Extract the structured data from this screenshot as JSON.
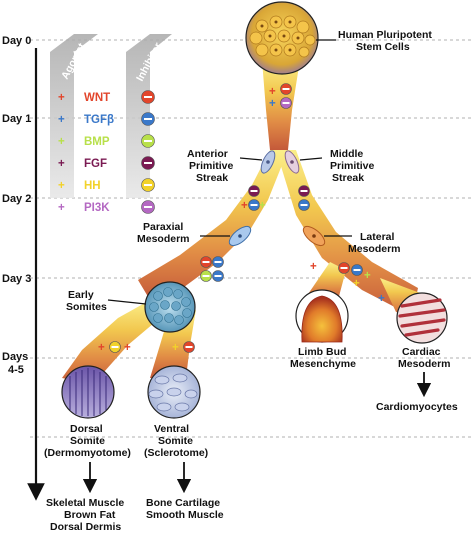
{
  "days": [
    "Day 0",
    "Day 1",
    "Day 2",
    "Day 3",
    "Days",
    "4-5"
  ],
  "legend": {
    "agonist_header": "Agonist",
    "inhibitor_header": "Inhibitor",
    "rows": [
      {
        "name": "WNT",
        "color": "#e2452b"
      },
      {
        "name": "TGFβ",
        "color": "#3a78c9"
      },
      {
        "name": "BMP",
        "color": "#b8e04a"
      },
      {
        "name": "FGF",
        "color": "#7a1a52"
      },
      {
        "name": "HH",
        "color": "#f2d22a"
      },
      {
        "name": "PI3K",
        "color": "#b468c2"
      }
    ]
  },
  "labels": {
    "hpsc": [
      "Human Pluripotent",
      "Stem Cells"
    ],
    "anterior_ps": [
      "Anterior",
      "Primitive",
      "Streak"
    ],
    "middle_ps": [
      "Middle",
      "Primitive",
      "Streak"
    ],
    "paraxial": [
      "Paraxial",
      "Mesoderm"
    ],
    "lateral": [
      "Lateral",
      "Mesoderm"
    ],
    "early_somites": [
      "Early",
      "Somites"
    ],
    "limb_bud": [
      "Limb Bud",
      "Mesenchyme"
    ],
    "cardiac": [
      "Cardiac",
      "Mesoderm"
    ],
    "cardiomyocytes": "Cardiomyocytes",
    "dorsal": [
      "Dorsal",
      "Somite",
      "(Dermomyotome)"
    ],
    "ventral": [
      "Ventral",
      "Somite",
      "(Sclerotome)"
    ],
    "dorsal_products": [
      "Skeletal Muscle",
      "Brown Fat",
      "Dorsal Dermis"
    ],
    "ventral_products": [
      "Bone Cartilage",
      "Smooth Muscle"
    ]
  },
  "colors": {
    "stream_top": "#f7e46a",
    "stream_mid": "#e9a84a",
    "stream_bottom": "#c9643c",
    "grey_panel": "#cfcfcf"
  }
}
